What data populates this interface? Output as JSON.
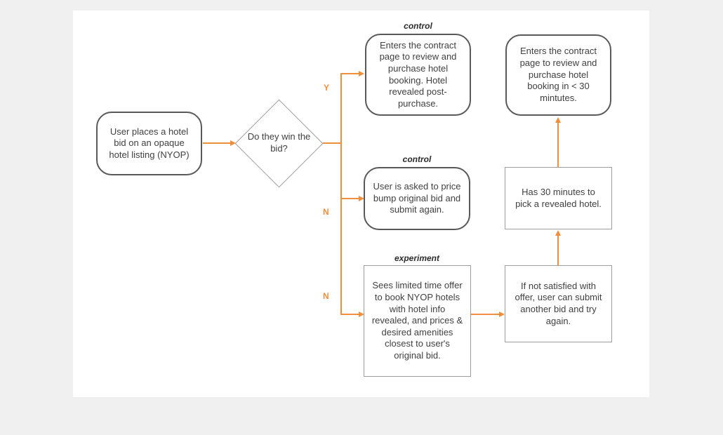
{
  "page": {
    "background": "#F0F0F1",
    "canvas_background": "#FFFFFF"
  },
  "colors": {
    "arrow": "#EF8E3B",
    "rounded_node_border": "#58595B",
    "plain_node_border": "#9C9C9C",
    "node_text": "#414042",
    "group_label_text": "#2B2B2B"
  },
  "flowchart": {
    "start": "User places a hotel bid on an opaque hotel listing (NYOP)",
    "decision": "Do they win the bid?",
    "branch_labels": {
      "yes": "Y",
      "no_mid": "N",
      "no_bottom": "N"
    },
    "group_labels": {
      "control_top": "control",
      "control_mid": "control",
      "experiment": "experiment"
    },
    "nodes": {
      "control_top": "Enters the contract page to review and purchase hotel booking. Hotel revealed post-purchase.",
      "contract_30": "Enters the contract page to review and purchase hotel booking in < 30 mintutes.",
      "control_mid": "User is asked to price bump original bid and submit again.",
      "has_30": "Has 30 minutes to pick a revealed hotel.",
      "experiment": "Sees limited time offer to book NYOP hotels with hotel info revealed, and prices & desired amenities closest to user's original bid.",
      "not_satisfied": "If not satisfied with offer, user can submit another bid and try again."
    }
  }
}
